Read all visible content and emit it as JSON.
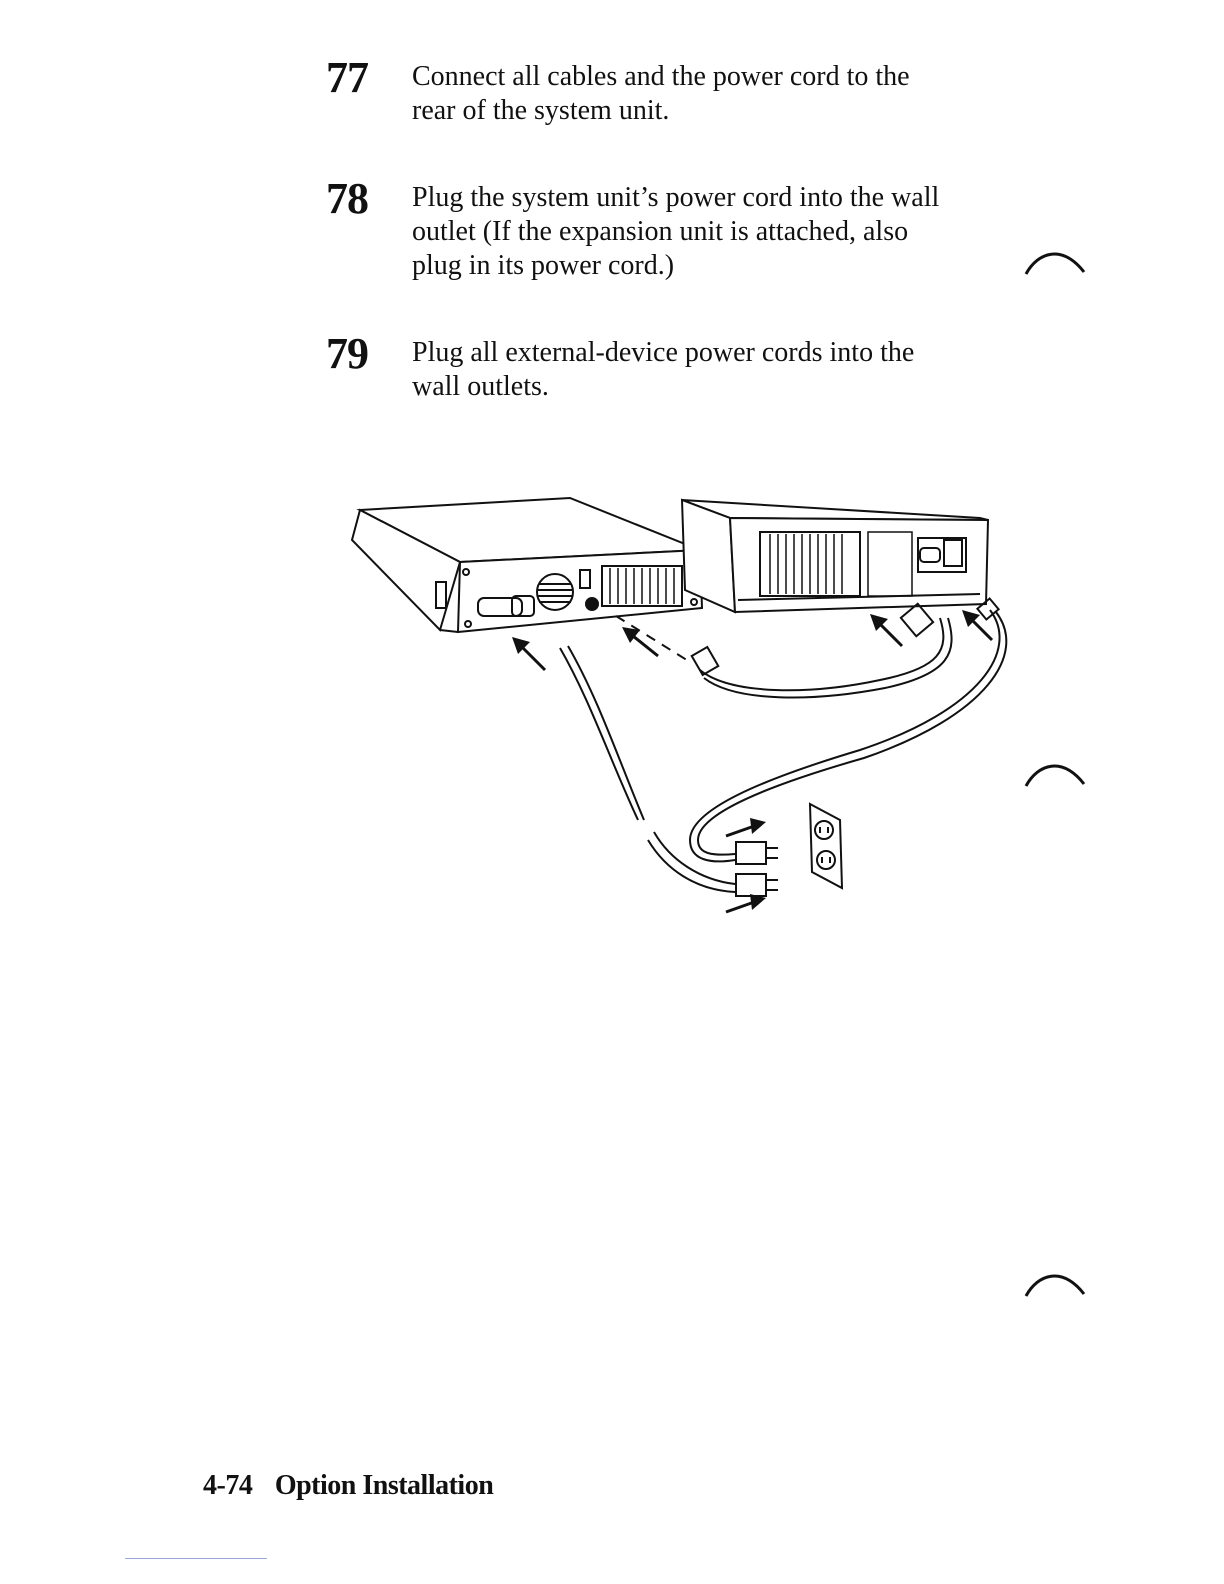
{
  "steps": [
    {
      "number": "77",
      "text": "Connect all cables and the power cord to the\nrear of the system unit."
    },
    {
      "number": "78",
      "text": "Plug the system unit’s power cord into the wall\noutlet (If the expansion unit is attached, also\nplug in its power cord.)"
    },
    {
      "number": "79",
      "text": "Plug all external-device power cords into the\nwall outlets."
    }
  ],
  "footer": {
    "page_number": "4-74",
    "section_title": "Option Installation"
  },
  "colors": {
    "ink": "#111111",
    "paper": "#ffffff"
  }
}
